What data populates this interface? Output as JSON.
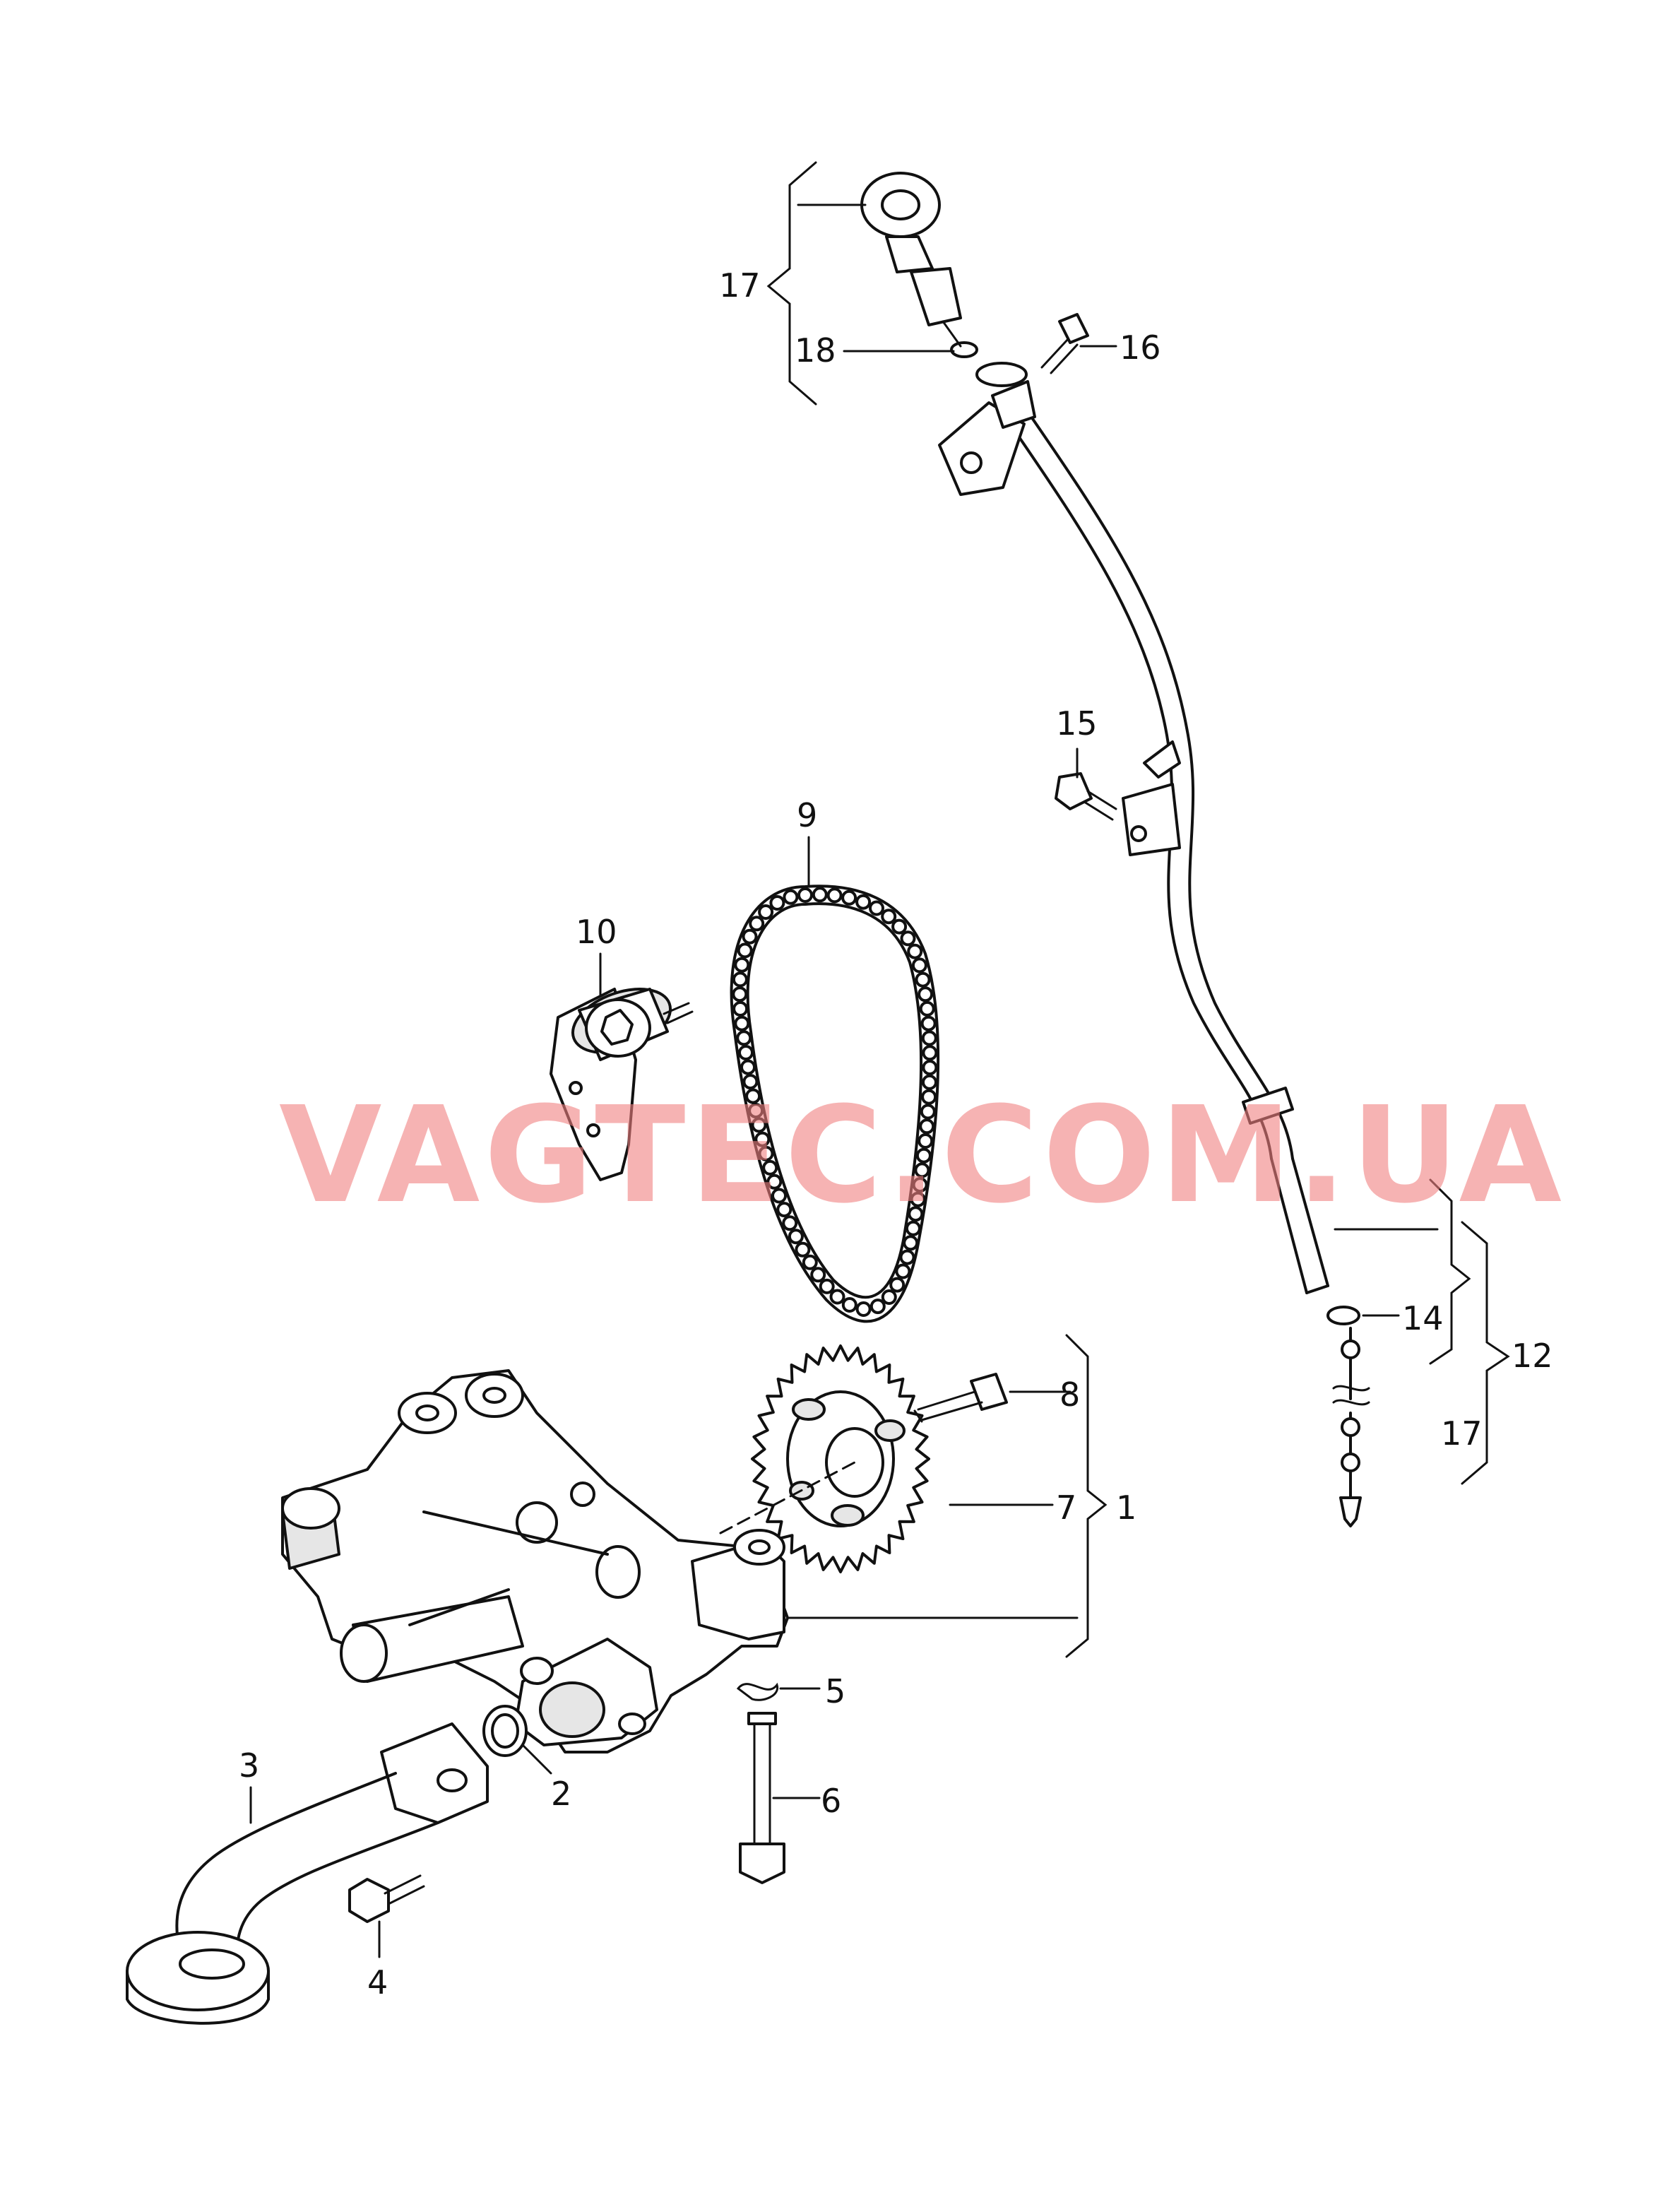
{
  "watermark": "VAGTEC.COM.UA",
  "callouts": {
    "n1": "1",
    "n2": "2",
    "n3": "3",
    "n4": "4",
    "n5": "5",
    "n6": "6",
    "n7": "7",
    "n8": "8",
    "n9": "9",
    "n10": "10",
    "n12": "12",
    "n14": "14",
    "n15": "15",
    "n16": "16",
    "n17a": "17",
    "n17b": "17",
    "n18": "18"
  }
}
